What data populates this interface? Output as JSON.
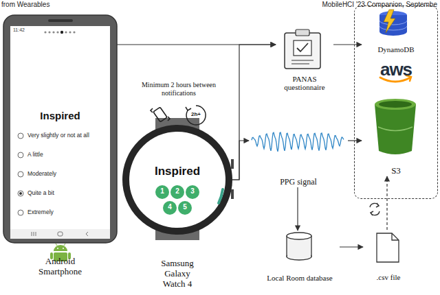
{
  "diagram": {
    "nodes": [
      {
        "text": [
          "Android Smartphone"
        ]
      },
      {
        "text": [
          "Samsung Galaxy Watch 4"
        ]
      },
      {
        "text": [
          "PANAS questionnaire"
        ]
      },
      {
        "text": [
          "aws"
        ]
      },
      {
        "text": [
          "DynamoDB"
        ],
        "in": 3
      },
      {
        "text": [
          "S3"
        ],
        "in": 3
      },
      {
        "text": [
          "PPG signal"
        ]
      },
      {
        "text": [
          "Local Room database"
        ]
      },
      {
        "text": [
          ".csv file"
        ]
      }
    ],
    "edges": [
      {
        "from": 0,
        "to": 2,
        "arrow": "to"
      },
      {
        "from": 1,
        "to": 2,
        "arrow": "to"
      },
      {
        "from": 1,
        "to": 6,
        "arrow": "to"
      },
      {
        "from": 2,
        "to": 4,
        "arrow": "to"
      },
      {
        "from": 6,
        "to": 5,
        "arrow": "to"
      },
      {
        "from": 6,
        "to": 7,
        "arrow": "to"
      },
      {
        "from": 7,
        "to": 8,
        "arrow": "to"
      },
      {
        "from": 8,
        "to": 5,
        "arrow": "to"
      }
    ],
    "labels": [
      "from Wearables",
      "MobileHCI '23 Companion, Septembe",
      "11:42",
      "Inspired",
      "Very slightly or not at all",
      "A little",
      "Moderately",
      "Quite a bit",
      "Extremely",
      "Minimum 2 hours between notifications",
      "2h+",
      "Inspired",
      "1",
      "2",
      "3",
      "4",
      "5"
    ]
  }
}
